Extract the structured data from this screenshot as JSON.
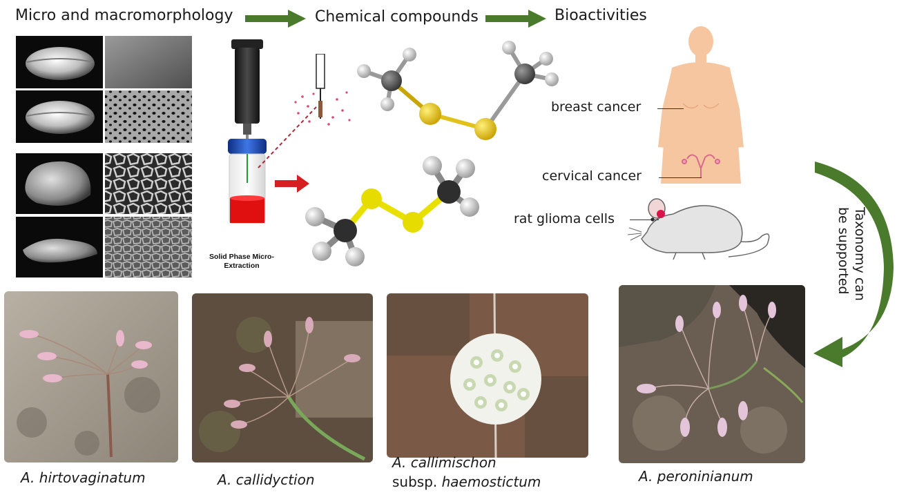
{
  "header": {
    "step1": "Micro and macromorphology",
    "step2": "Chemical compounds",
    "step3": "Bioactivities"
  },
  "spme": {
    "label_line1": "Solid Phase Micro-",
    "label_line2": "Extraction"
  },
  "bioactivities": {
    "breast": "breast cancer",
    "cervical": "cervical cancer",
    "rat": "rat glioma cells"
  },
  "taxonomy": {
    "line1": "Taxonomy can",
    "line2": "be supported"
  },
  "species": {
    "s1": "A. hirtovaginatum",
    "s2": "A. callidyction",
    "s3_line1": "A.  callimischon",
    "s3_line2_prefix": "subsp. ",
    "s3_line2_name": "haemostictum",
    "s4": "A. peroninianum"
  },
  "colors": {
    "arrow_green": "#4a7a2c",
    "red_arrow": "#d42020",
    "skin": "#f6c6a0",
    "liquid_red": "#e01010",
    "cap_blue": "#1f55c8",
    "sulfur_yellow": "#e2c21a",
    "carbon_gray": "#5a5a5a"
  },
  "icons": [
    "right-arrow-icon",
    "curved-arrow-icon",
    "syringe-icon",
    "vial-icon",
    "molecule-icon",
    "human-body-icon",
    "mouse-icon"
  ]
}
